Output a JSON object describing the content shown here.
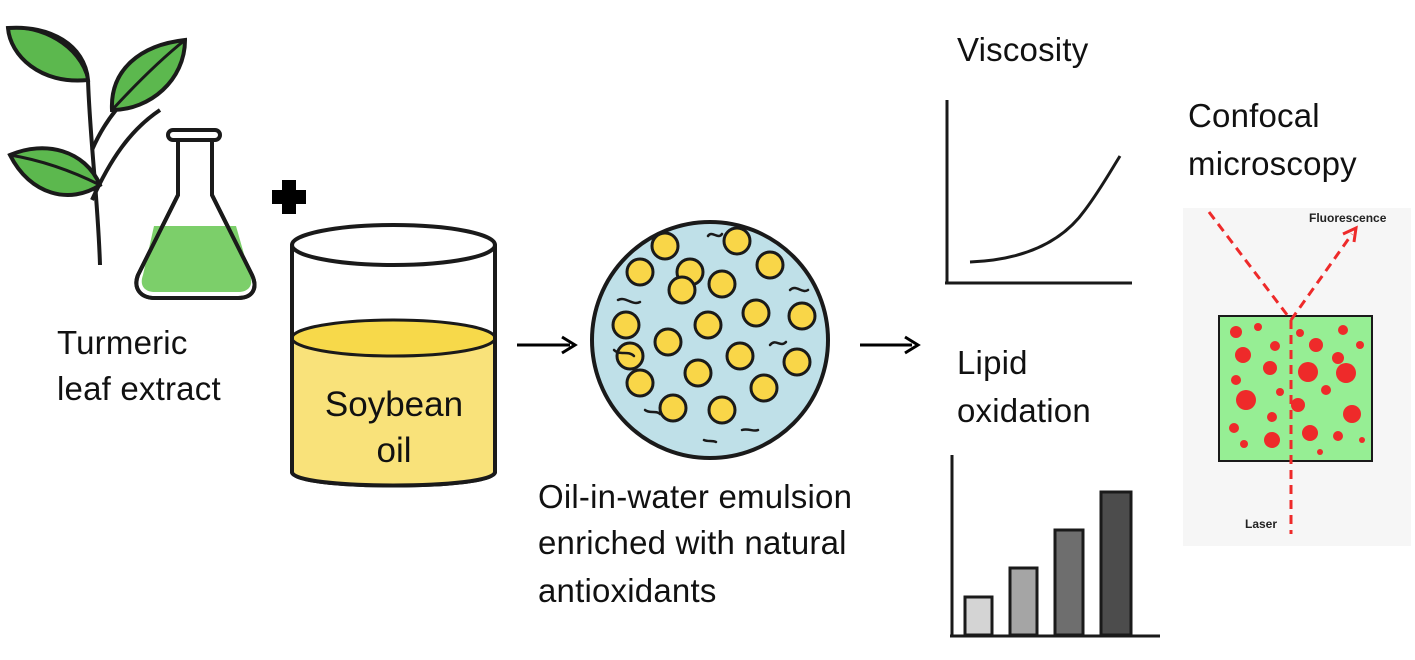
{
  "labels": {
    "turmeric_line1": "Turmeric",
    "turmeric_line2": "leaf extract",
    "soybean_line1": "Soybean",
    "soybean_line2": "oil",
    "emulsion_line1": "Oil-in-water emulsion",
    "emulsion_line2": "enriched with natural",
    "emulsion_line3": "antioxidants",
    "viscosity": "Viscosity",
    "lipid_line1": "Lipid",
    "lipid_line2": "oxidation",
    "confocal_line1": "Confocal",
    "confocal_line2": "microscopy",
    "fluorescence": "Fluorescence",
    "laser": "Laser"
  },
  "colors": {
    "leaf_green": "#5cb84e",
    "extract_green": "#7ccf6a",
    "oil_yellow": "#f9e27a",
    "emulsion_blue": "#bfe0e8",
    "droplet_yellow": "#f9d648",
    "microscopy_green": "#96ee94",
    "microscopy_red": "#ee2a2a"
  },
  "icons": [
    "plant-icon",
    "flask-icon",
    "plus-icon",
    "beaker-icon",
    "emulsion-icon",
    "arrow-icon",
    "viscosity-curve-icon",
    "bar-chart-icon",
    "confocal-icon"
  ]
}
